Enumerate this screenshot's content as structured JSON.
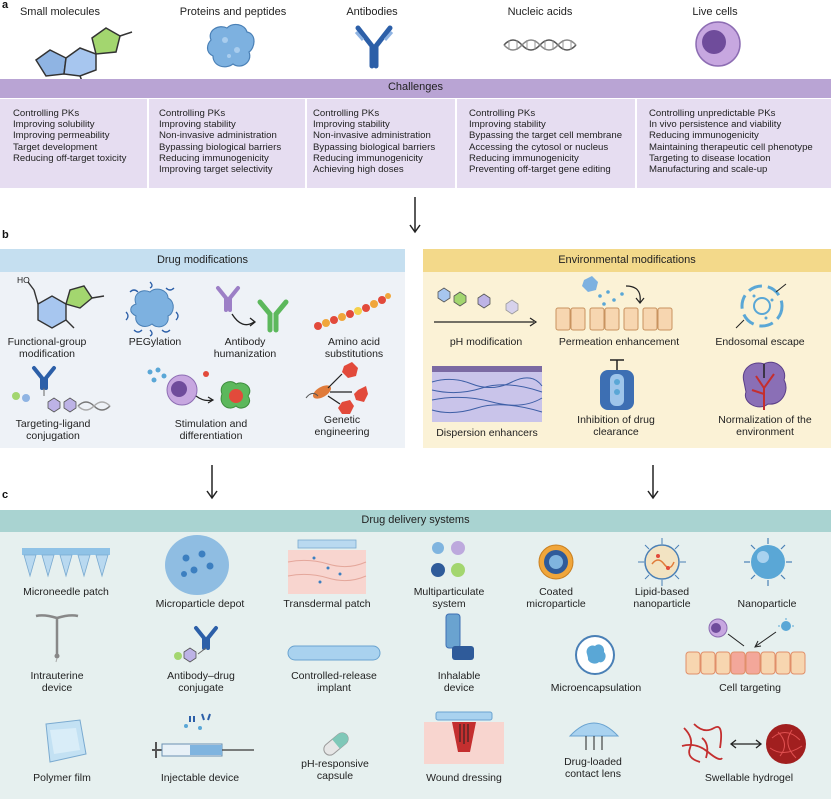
{
  "panel_letters": {
    "a": "a",
    "b": "b",
    "c": "c"
  },
  "categories": [
    {
      "label": "Small molecules"
    },
    {
      "label": "Proteins and peptides"
    },
    {
      "label": "Antibodies"
    },
    {
      "label": "Nucleic acids"
    },
    {
      "label": "Live cells"
    }
  ],
  "challenges": {
    "title": "Challenges",
    "columns": [
      {
        "lines": [
          "Controlling PKs",
          "Improving solubility",
          "Improving permeability",
          "Target development",
          "Reducing off-target toxicity"
        ]
      },
      {
        "lines": [
          "Controlling PKs",
          "Improving stability",
          "Non-invasive administration",
          "Bypassing biological barriers",
          "Reducing immunogenicity",
          "Improving target selectivity"
        ]
      },
      {
        "lines": [
          "Controlling PKs",
          "Improving stability",
          "Non-invasive administration",
          "Bypassing biological barriers",
          "Reducing immunogenicity",
          "Achieving high doses"
        ]
      },
      {
        "lines": [
          "Controlling PKs",
          "Improving stability",
          "Bypassing the target cell membrane",
          "Accessing the cytosol or nucleus",
          "Reducing immunogenicity",
          "Preventing off-target gene editing"
        ]
      },
      {
        "lines": [
          "Controlling unpredictable PKs",
          "In vivo persistence and viability",
          "Reducing immunogenicity",
          "Maintaining therapeutic cell phenotype",
          "Targeting to disease location",
          "Manufacturing and scale-up"
        ]
      }
    ]
  },
  "drug_modifications": {
    "title": "Drug modifications",
    "ho_label": "HO",
    "items": [
      {
        "label": [
          "Functional-group",
          "modification"
        ]
      },
      {
        "label": [
          "PEGylation"
        ]
      },
      {
        "label": [
          "Antibody",
          "humanization"
        ]
      },
      {
        "label": [
          "Amino acid",
          "substitutions"
        ]
      },
      {
        "label": [
          "Targeting-ligand",
          "conjugation"
        ]
      },
      {
        "label": [
          "Stimulation and",
          "differentiation"
        ]
      },
      {
        "label": [
          "Genetic",
          "engineering"
        ]
      }
    ]
  },
  "environmental_modifications": {
    "title": "Environmental modifications",
    "items": [
      {
        "label": [
          "pH modification"
        ]
      },
      {
        "label": [
          "Permeation enhancement"
        ]
      },
      {
        "label": [
          "Endosomal escape"
        ]
      },
      {
        "label": [
          "Dispersion enhancers"
        ]
      },
      {
        "label": [
          "Inhibition of drug",
          "clearance"
        ]
      },
      {
        "label": [
          "Normalization of the",
          "environment"
        ]
      }
    ]
  },
  "drug_delivery_systems": {
    "title": "Drug delivery systems",
    "items": [
      {
        "label": [
          "Microneedle patch"
        ]
      },
      {
        "label": [
          "Microparticle depot"
        ]
      },
      {
        "label": [
          "Transdermal patch"
        ]
      },
      {
        "label": [
          "Multiparticulate",
          "system"
        ]
      },
      {
        "label": [
          "Coated",
          "microparticle"
        ]
      },
      {
        "label": [
          "Lipid-based",
          "nanoparticle"
        ]
      },
      {
        "label": [
          "Nanoparticle"
        ]
      },
      {
        "label": [
          "Intrauterine",
          "device"
        ]
      },
      {
        "label": [
          "Antibody–drug",
          "conjugate"
        ]
      },
      {
        "label": [
          "Controlled-release",
          "implant"
        ]
      },
      {
        "label": [
          "Inhalable",
          "device"
        ]
      },
      {
        "label": [
          "Microencapsulation"
        ]
      },
      {
        "label": [
          "Cell targeting"
        ]
      },
      {
        "label": [
          "Polymer film"
        ]
      },
      {
        "label": [
          "Injectable device"
        ]
      },
      {
        "label": [
          "pH-responsive",
          "capsule"
        ]
      },
      {
        "label": [
          "Wound dressing"
        ]
      },
      {
        "label": [
          "Drug-loaded",
          "contact lens"
        ]
      },
      {
        "label": [
          "Swellable hydrogel"
        ]
      }
    ]
  },
  "colors": {
    "challenge_bar": "#b9a4d4",
    "challenge_box": "#e6ddf1",
    "drug_mod_bar": "#c5dff0",
    "env_mod_bar": "#f3d98a",
    "dds_bar": "#a9d3d1"
  }
}
